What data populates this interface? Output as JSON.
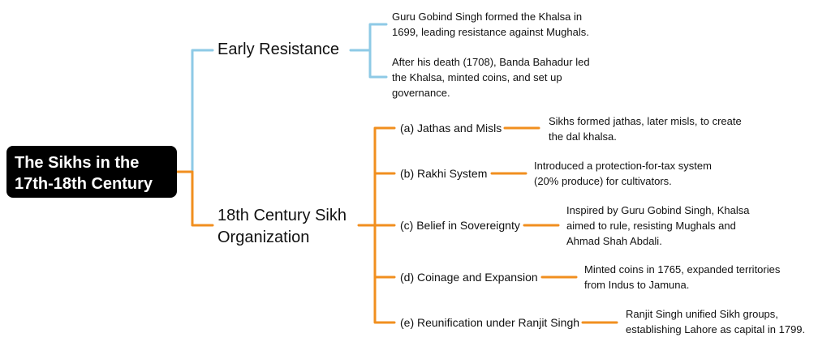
{
  "root": {
    "lines": [
      "The Sikhs in the",
      "17th-18th Century"
    ]
  },
  "branches": [
    {
      "label": "Early Resistance",
      "details": [
        {
          "lines": [
            "Guru Gobind Singh formed the Khalsa in",
            "1699, leading resistance against Mughals."
          ]
        },
        {
          "lines": [
            "After his death (1708), Banda Bahadur led",
            "the Khalsa, minted coins, and set up",
            "governance."
          ]
        }
      ]
    },
    {
      "lines": [
        "18th Century Sikh",
        "Organization"
      ],
      "children": [
        {
          "label": "(a) Jathas and Misls",
          "detail": [
            "Sikhs formed jathas, later misls, to create",
            "the dal khalsa."
          ]
        },
        {
          "label": "(b) Rakhi System",
          "detail": [
            "Introduced a protection-for-tax system",
            "(20% produce) for cultivators."
          ]
        },
        {
          "label": "(c) Belief in Sovereignty",
          "detail": [
            "Inspired by Guru Gobind Singh, Khalsa",
            "aimed to rule, resisting Mughals and",
            "Ahmad Shah Abdali."
          ]
        },
        {
          "label": "(d) Coinage and Expansion",
          "detail": [
            "Minted coins in 1765, expanded territories",
            "from Indus to Jamuna."
          ]
        },
        {
          "label": "(e) Reunification under Ranjit Singh",
          "detail": [
            "Ranjit Singh unified Sikh groups,",
            "establishing Lahore as capital in 1799."
          ]
        }
      ]
    }
  ],
  "colors": {
    "blue_branch": "#8ecae6",
    "orange_branch": "#f18f1f",
    "root_bg": "#000000"
  }
}
